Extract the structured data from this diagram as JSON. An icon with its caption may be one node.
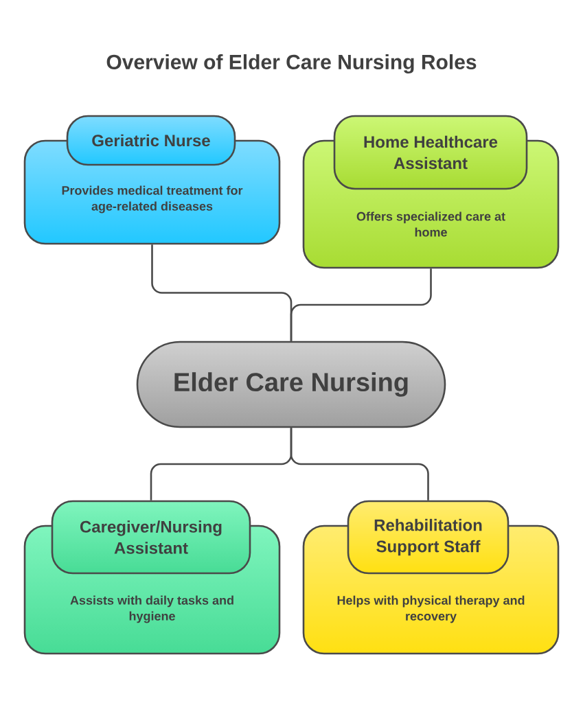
{
  "diagram": {
    "title": "Overview of Elder Care Nursing Roles",
    "nodes": [
      {
        "text": [
          "Geriatric Nurse"
        ]
      },
      {
        "text": [
          "Provides medical treatment for age-related diseases"
        ]
      },
      {
        "text": [
          "Home Healthcare Assistant"
        ]
      },
      {
        "text": [
          "Offers specialized care at home"
        ]
      },
      {
        "text": [
          "Elder Care Nursing"
        ]
      },
      {
        "text": [
          "Caregiver/Nursing Assistant"
        ]
      },
      {
        "text": [
          "Assists with daily tasks and hygiene"
        ]
      },
      {
        "text": [
          "Rehabilitation Support Staff"
        ]
      },
      {
        "text": [
          "Helps with physical therapy and recovery"
        ]
      }
    ],
    "edges": [
      {
        "from": 1,
        "to": 4,
        "arrow": "none"
      },
      {
        "from": 3,
        "to": 4,
        "arrow": "none"
      },
      {
        "from": 4,
        "to": 5,
        "arrow": "none"
      },
      {
        "from": 4,
        "to": 7,
        "arrow": "none"
      }
    ]
  }
}
